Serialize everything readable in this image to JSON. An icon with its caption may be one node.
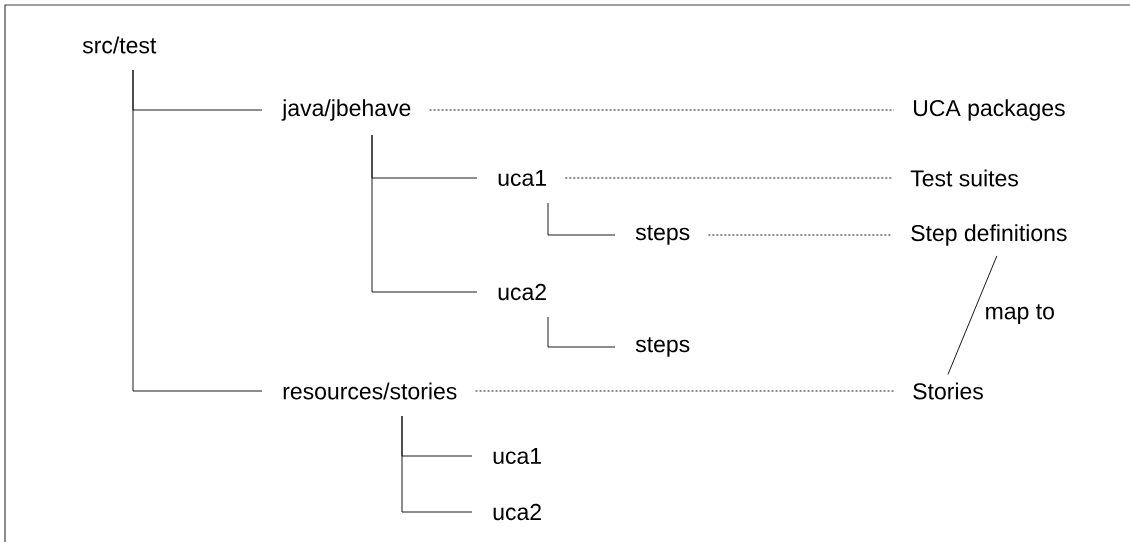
{
  "diagram": {
    "nodes": [
      {
        "text": [
          "src/test"
        ]
      },
      {
        "text": [
          "java/jbehave"
        ]
      },
      {
        "text": [
          "uca1"
        ]
      },
      {
        "text": [
          "steps"
        ]
      },
      {
        "text": [
          "uca2"
        ]
      },
      {
        "text": [
          "steps"
        ]
      },
      {
        "text": [
          "resources/stories"
        ]
      },
      {
        "text": [
          "uca1"
        ]
      },
      {
        "text": [
          "uca2"
        ]
      },
      {
        "text": [
          "UCA packages"
        ]
      },
      {
        "text": [
          "Test suites"
        ]
      },
      {
        "text": [
          "Step definitions"
        ]
      },
      {
        "text": [
          "Stories"
        ]
      }
    ],
    "edges": [
      {
        "from": 0,
        "to": 1,
        "arrow": "none"
      },
      {
        "from": 0,
        "to": 6,
        "arrow": "none"
      },
      {
        "from": 1,
        "to": 2,
        "arrow": "none"
      },
      {
        "from": 1,
        "to": 4,
        "arrow": "none"
      },
      {
        "from": 2,
        "to": 3,
        "arrow": "none"
      },
      {
        "from": 4,
        "to": 5,
        "arrow": "none"
      },
      {
        "from": 6,
        "to": 7,
        "arrow": "none"
      },
      {
        "from": 6,
        "to": 8,
        "arrow": "none"
      },
      {
        "from": 1,
        "to": 9,
        "arrow": "none",
        "style": "dashed"
      },
      {
        "from": 2,
        "to": 10,
        "arrow": "none",
        "style": "dashed"
      },
      {
        "from": 3,
        "to": 11,
        "arrow": "none",
        "style": "dashed"
      },
      {
        "from": 6,
        "to": 12,
        "arrow": "none",
        "style": "dashed"
      },
      {
        "from": 11,
        "to": 12,
        "arrow": "none",
        "label": "map to"
      }
    ]
  }
}
